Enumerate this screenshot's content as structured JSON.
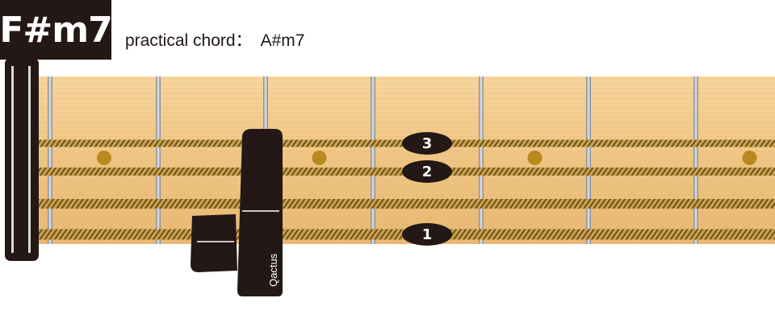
{
  "chord": {
    "name": "F#m7",
    "practical_label": "practical chord：",
    "practical_name": "A#m7"
  },
  "capo": {
    "brand": "Qactus"
  },
  "fingers": [
    {
      "label": "3",
      "string": 1,
      "fret": 4
    },
    {
      "label": "2",
      "string": 2,
      "fret": 4
    },
    {
      "label": "1",
      "string": 4,
      "fret": 4
    }
  ],
  "fret_markers": [
    1,
    3,
    5,
    7
  ],
  "colors": {
    "fretboard": "#f1c98a",
    "fret_wire": "#9aa0a6",
    "string": "#8a6a2c",
    "marker": "#b8891f",
    "ink": "#231815"
  }
}
